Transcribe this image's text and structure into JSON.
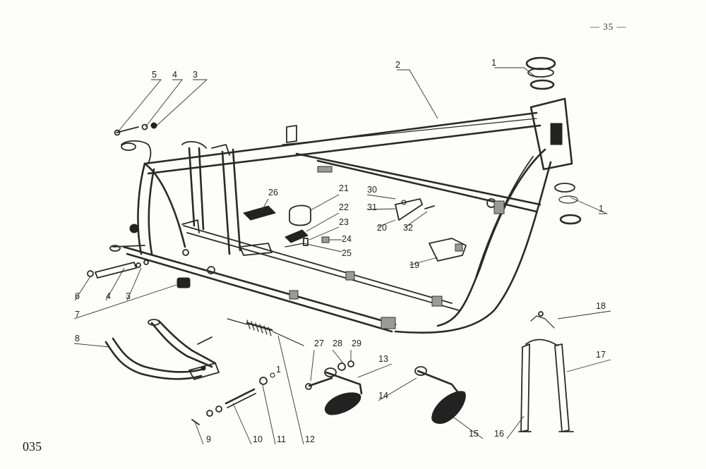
{
  "page": {
    "page_number": "— 35 —",
    "plate_number": "035"
  },
  "callouts": [
    {
      "id": "c-1a",
      "text": "1"
    },
    {
      "id": "c-2",
      "text": "2"
    },
    {
      "id": "c-3a",
      "text": "3"
    },
    {
      "id": "c-4a",
      "text": "4"
    },
    {
      "id": "c-5",
      "text": "5"
    },
    {
      "id": "c-1b",
      "text": "1"
    },
    {
      "id": "c-26",
      "text": "26"
    },
    {
      "id": "c-21",
      "text": "21"
    },
    {
      "id": "c-22",
      "text": "22"
    },
    {
      "id": "c-23",
      "text": "23"
    },
    {
      "id": "c-24",
      "text": "24"
    },
    {
      "id": "c-25",
      "text": "25"
    },
    {
      "id": "c-30",
      "text": "30"
    },
    {
      "id": "c-31",
      "text": "31"
    },
    {
      "id": "c-20",
      "text": "20"
    },
    {
      "id": "c-32",
      "text": "32"
    },
    {
      "id": "c-19",
      "text": "19"
    },
    {
      "id": "c-6",
      "text": "6"
    },
    {
      "id": "c-4b",
      "text": "4"
    },
    {
      "id": "c-3b",
      "text": "3"
    },
    {
      "id": "c-7",
      "text": "7"
    },
    {
      "id": "c-8",
      "text": "8"
    },
    {
      "id": "c-18",
      "text": "18"
    },
    {
      "id": "c-17",
      "text": "17"
    },
    {
      "id": "c-27",
      "text": "27"
    },
    {
      "id": "c-28",
      "text": "28"
    },
    {
      "id": "c-29",
      "text": "29"
    },
    {
      "id": "c-13",
      "text": "13"
    },
    {
      "id": "c-1c",
      "text": "1"
    },
    {
      "id": "c-14",
      "text": "14"
    },
    {
      "id": "c-9",
      "text": "9"
    },
    {
      "id": "c-10",
      "text": "10"
    },
    {
      "id": "c-11",
      "text": "11"
    },
    {
      "id": "c-12",
      "text": "12"
    },
    {
      "id": "c-15",
      "text": "15"
    },
    {
      "id": "c-16",
      "text": "16"
    }
  ]
}
